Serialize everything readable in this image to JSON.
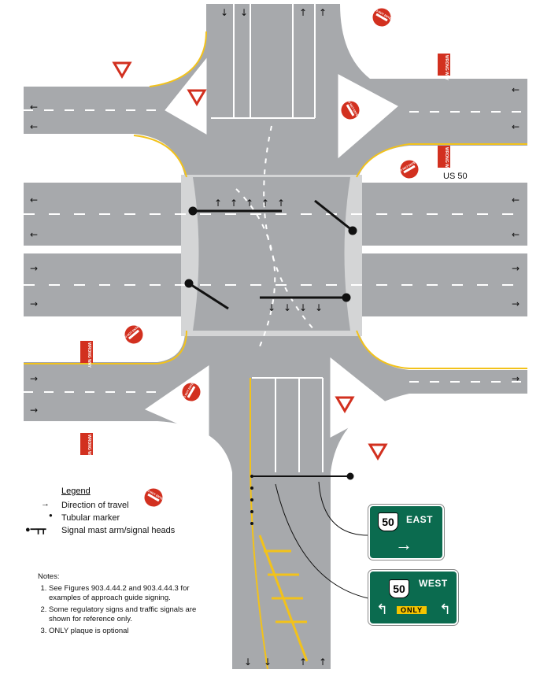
{
  "road_label": "US 50",
  "legend": {
    "title": "Legend",
    "items": [
      {
        "icon": "arrow-right-icon",
        "label": "Direction of travel"
      },
      {
        "icon": "dot-icon",
        "label": "Tubular marker"
      },
      {
        "icon": "signal-mast-icon",
        "label": "Signal mast arm/signal heads"
      }
    ]
  },
  "notes": {
    "title": "Notes:",
    "items": [
      "See Figures 903.4.44.2 and 903.4.44.3 for examples of approach guide signing.",
      "Some regulatory signs and traffic signals are shown for reference only.",
      "ONLY plaque is optional"
    ]
  },
  "guide_signs": {
    "east": {
      "route": "50",
      "direction": "EAST"
    },
    "west": {
      "route": "50",
      "direction": "WEST",
      "plaque": "ONLY"
    }
  },
  "regulatory_signs": {
    "wrong_way": "WRONG WAY",
    "do_not_enter": "DO NOT ENTER"
  },
  "colors": {
    "pavement": "#a7a9ac",
    "bridge": "#d4d5d6",
    "yellow_line": "#f2c21b",
    "guide_sign": "#0b6b4f",
    "regulatory_red": "#d2301f"
  }
}
